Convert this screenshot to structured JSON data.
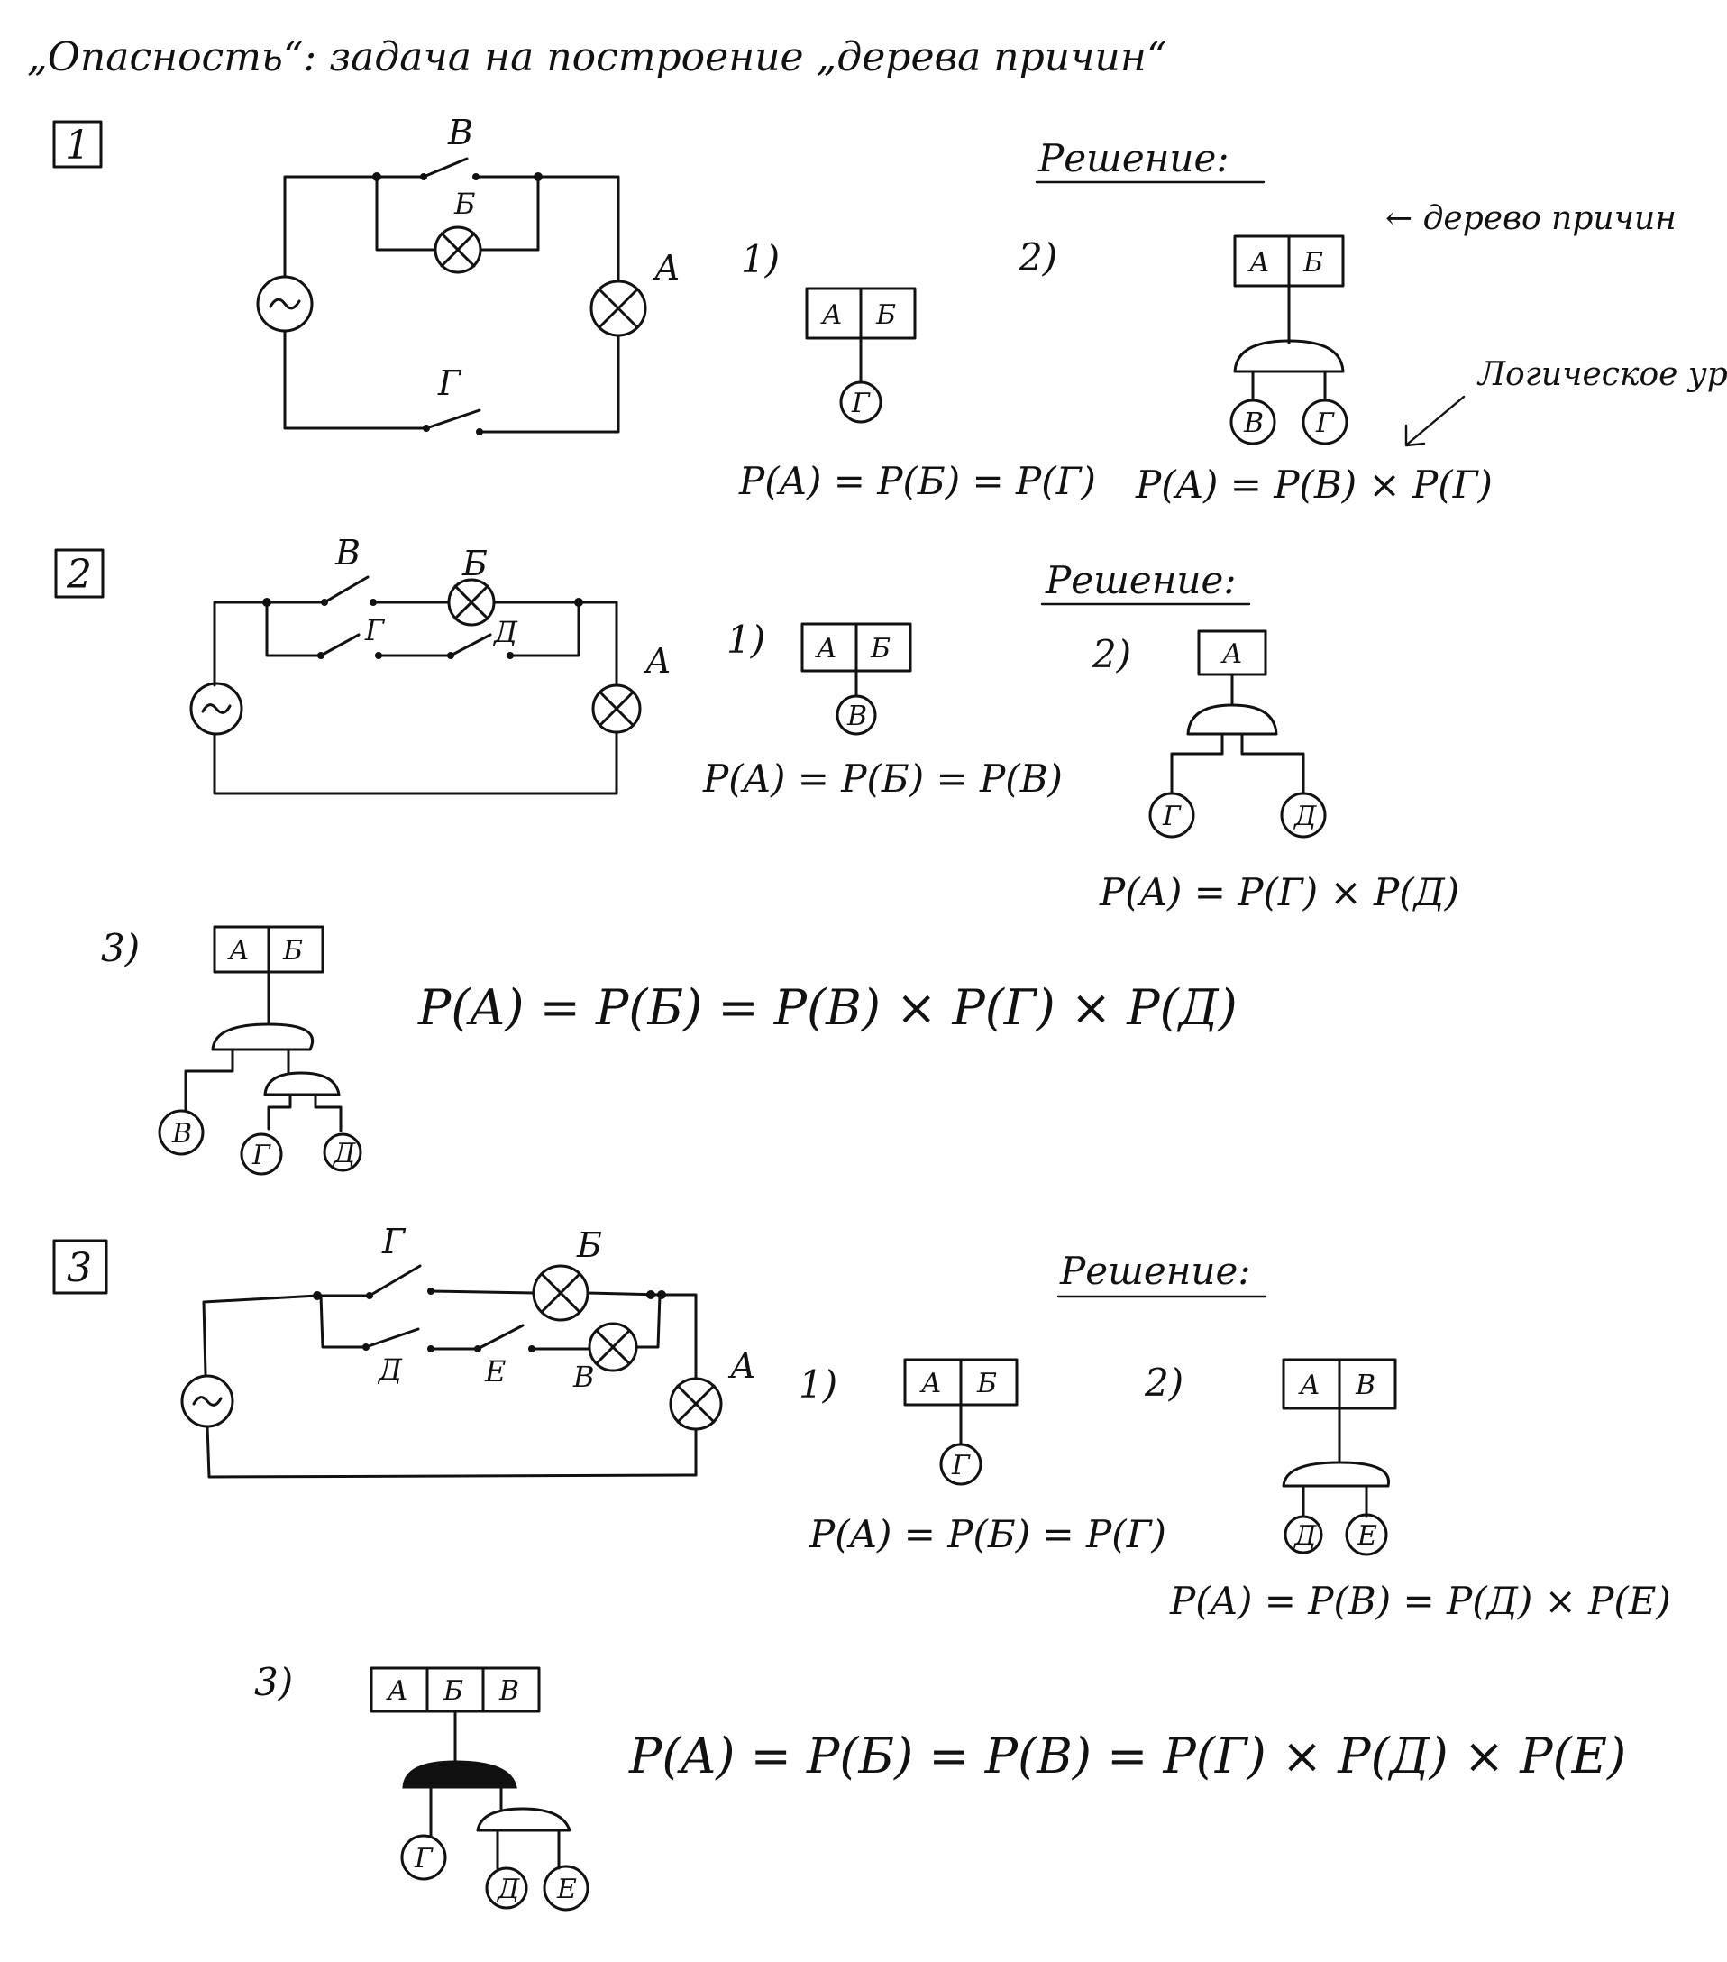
{
  "title": "„Опасность“: задача на построение „дерева причин“",
  "problems": [
    {
      "number": "1",
      "circuit": {
        "switch_top": "В",
        "lamp_inner": "Б",
        "lamp_main": "А",
        "switch_bottom": "Г"
      },
      "solution_heading": "Решение:",
      "note_tree": "← дерево причин",
      "note_equation": "Логическое уравн-е",
      "steps": [
        {
          "label": "1)",
          "top_boxes": [
            "А",
            "Б"
          ],
          "leaves": [
            "Г"
          ],
          "equation": "P(A) = P(Б) = P(Г)"
        },
        {
          "label": "2)",
          "top_boxes": [
            "А",
            "Б"
          ],
          "leaves": [
            "В",
            "Г"
          ],
          "equation": "P(A) = P(B) × P(Г)"
        }
      ]
    },
    {
      "number": "2",
      "circuit": {
        "switch_top": "В",
        "lamp_top": "Б",
        "switch_g": "Г",
        "switch_d": "Д",
        "lamp_main": "А"
      },
      "solution_heading": "Решение:",
      "steps": [
        {
          "label": "1)",
          "top_boxes": [
            "А",
            "Б"
          ],
          "leaves": [
            "В"
          ],
          "equation": "P(A) = P(Б) = P(B)"
        },
        {
          "label": "2)",
          "top_boxes": [
            "А"
          ],
          "leaves": [
            "Г",
            "Д"
          ],
          "equation": "P(A) = P(Г) × P(Д)"
        },
        {
          "label": "3)",
          "top_boxes": [
            "А",
            "Б"
          ],
          "leaves": [
            "В",
            "Г",
            "Д"
          ],
          "equation": "P(A) = P(Б) = P(B) × P(Г) × P(Д)"
        }
      ]
    },
    {
      "number": "3",
      "circuit": {
        "switch_top": "Г",
        "lamp_top": "Б",
        "switch_d": "Д",
        "switch_e": "Е",
        "lamp_inner": "В",
        "lamp_main": "А"
      },
      "solution_heading": "Решение:",
      "steps": [
        {
          "label": "1)",
          "top_boxes": [
            "А",
            "Б"
          ],
          "leaves": [
            "Г"
          ],
          "equation": "P(A) = P(Б) = P(Г)"
        },
        {
          "label": "2)",
          "top_boxes": [
            "А",
            "В"
          ],
          "leaves": [
            "Д",
            "Е"
          ],
          "equation": "P(A) = P(B) = P(Д) × P(E)"
        },
        {
          "label": "3)",
          "top_boxes": [
            "А",
            "Б",
            "В"
          ],
          "leaves": [
            "Г",
            "Д",
            "Е"
          ],
          "equation": "P(A) = P(Б) = P(B) = P(Г) × P(Д) × P(E)"
        }
      ]
    }
  ]
}
